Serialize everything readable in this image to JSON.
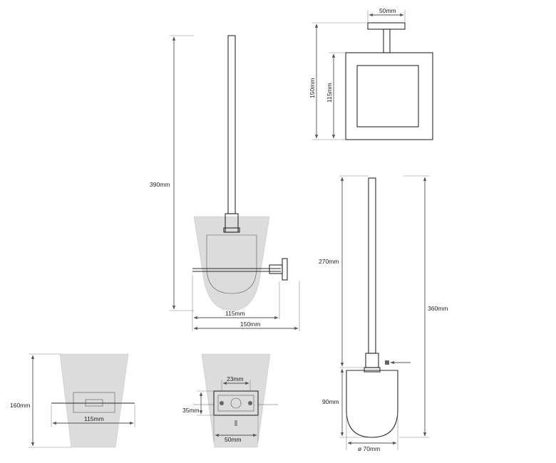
{
  "drawing": {
    "labels": {
      "overall_height": "390mm",
      "rod_projection": "115mm",
      "overall_width": "150mm",
      "bracket_width": "50mm",
      "holder_height": "150mm",
      "frame_height": "115mm",
      "handle_length": "270mm",
      "brush_length": "360mm",
      "brush_head_height": "90mm",
      "brush_diameter": "ø 70mm",
      "glass_height": "160mm",
      "glass_rod_width": "115mm",
      "hole_spacing": "23mm",
      "plate_height": "35mm",
      "plate_width": "50mm"
    }
  }
}
